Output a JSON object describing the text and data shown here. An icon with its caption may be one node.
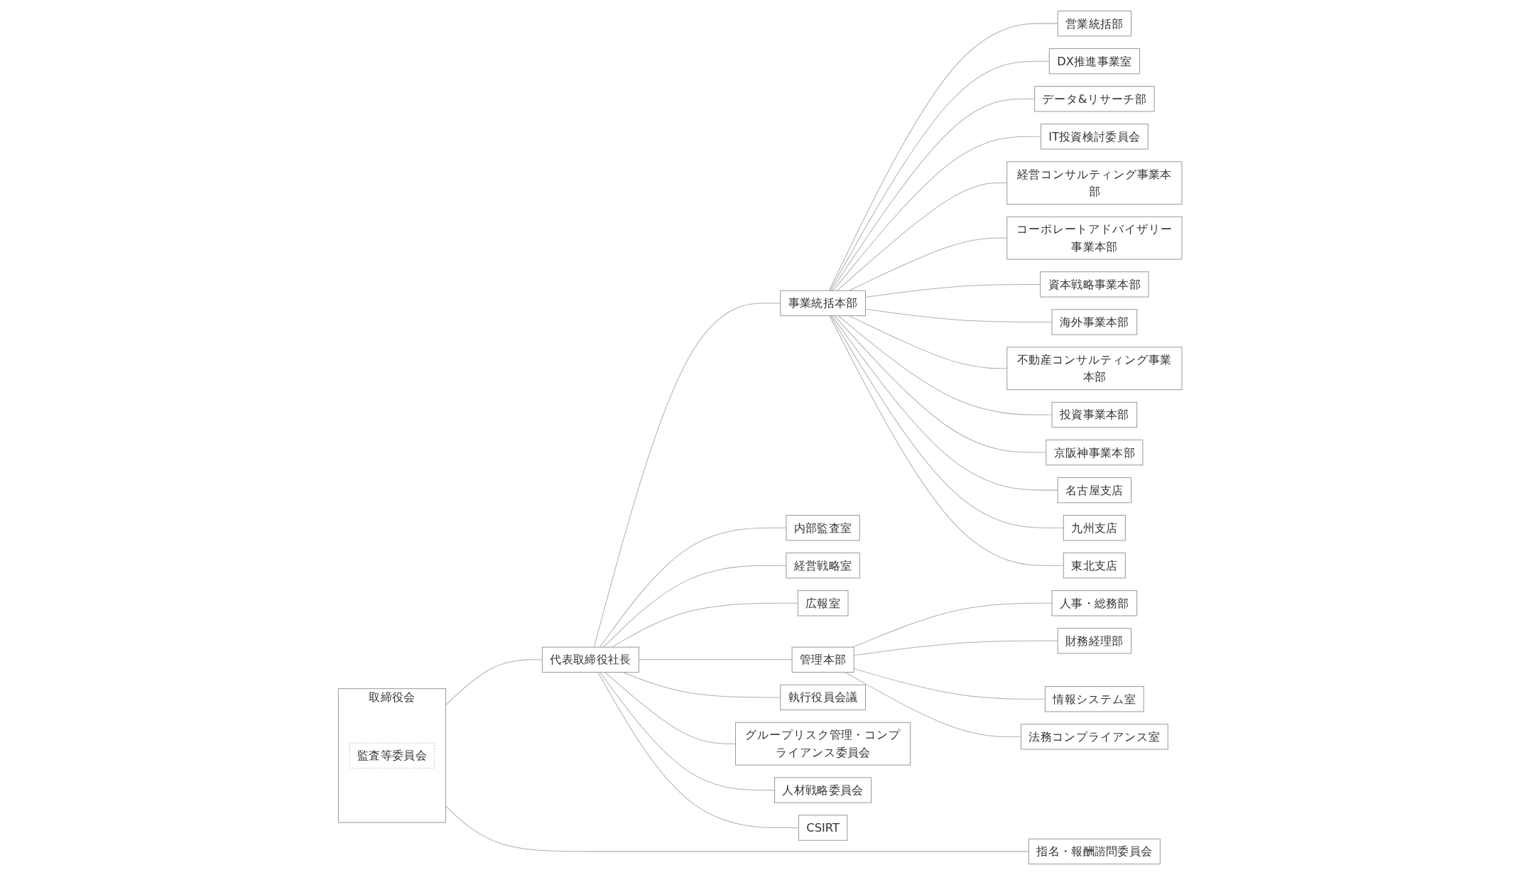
{
  "diagram": {
    "nodes": [
      {
        "text": [
          "取締役会"
        ]
      },
      {
        "text": [
          "監査等委員会"
        ],
        "in": 0
      },
      {
        "text": [
          "代表取締役社長"
        ]
      },
      {
        "text": [
          "指名・報酬諮問委員会"
        ]
      },
      {
        "text": [
          "事業統括本部"
        ]
      },
      {
        "text": [
          "内部監査室"
        ]
      },
      {
        "text": [
          "経営戦略室"
        ]
      },
      {
        "text": [
          "広報室"
        ]
      },
      {
        "text": [
          "管理本部"
        ]
      },
      {
        "text": [
          "人事・総務部"
        ]
      },
      {
        "text": [
          "財務経理部"
        ]
      },
      {
        "text": [
          "情報システム室"
        ]
      },
      {
        "text": [
          "法務コンプライアンス室"
        ]
      },
      {
        "text": [
          "執行役員会議"
        ]
      },
      {
        "text": [
          "グループリスク管理・コンプライアンス委員会"
        ]
      },
      {
        "text": [
          "人材戦略委員会"
        ]
      },
      {
        "text": [
          "CSIRT"
        ]
      },
      {
        "text": [
          "営業統括部"
        ]
      },
      {
        "text": [
          "DX推進事業室"
        ]
      },
      {
        "text": [
          "データ&リサーチ部"
        ]
      },
      {
        "text": [
          "IT投資検討委員会"
        ]
      },
      {
        "text": [
          "経営コンサルティング事業本部"
        ]
      },
      {
        "text": [
          "コーポレートアドバイザリー事業本部"
        ]
      },
      {
        "text": [
          "資本戦略事業本部"
        ]
      },
      {
        "text": [
          "海外事業本部"
        ]
      },
      {
        "text": [
          "不動産コンサルティング事業本部"
        ]
      },
      {
        "text": [
          "投資事業本部"
        ]
      },
      {
        "text": [
          "京阪神事業本部"
        ]
      },
      {
        "text": [
          "名古屋支店"
        ]
      },
      {
        "text": [
          "九州支店"
        ]
      },
      {
        "text": [
          "東北支店"
        ]
      }
    ],
    "edges": [
      {
        "from": 0,
        "to": 2,
        "arrow": "none"
      },
      {
        "from": 0,
        "to": 3,
        "arrow": "none"
      },
      {
        "from": 2,
        "to": 4,
        "arrow": "none"
      },
      {
        "from": 2,
        "to": 5,
        "arrow": "none"
      },
      {
        "from": 2,
        "to": 6,
        "arrow": "none"
      },
      {
        "from": 2,
        "to": 7,
        "arrow": "none"
      },
      {
        "from": 2,
        "to": 8,
        "arrow": "none"
      },
      {
        "from": 2,
        "to": 13,
        "arrow": "none"
      },
      {
        "from": 2,
        "to": 14,
        "arrow": "none"
      },
      {
        "from": 2,
        "to": 15,
        "arrow": "none"
      },
      {
        "from": 2,
        "to": 16,
        "arrow": "none"
      },
      {
        "from": 8,
        "to": 9,
        "arrow": "none"
      },
      {
        "from": 8,
        "to": 10,
        "arrow": "none"
      },
      {
        "from": 8,
        "to": 11,
        "arrow": "none"
      },
      {
        "from": 8,
        "to": 12,
        "arrow": "none"
      },
      {
        "from": 4,
        "to": 17,
        "arrow": "none"
      },
      {
        "from": 4,
        "to": 18,
        "arrow": "none"
      },
      {
        "from": 4,
        "to": 19,
        "arrow": "none"
      },
      {
        "from": 4,
        "to": 20,
        "arrow": "none"
      },
      {
        "from": 4,
        "to": 21,
        "arrow": "none"
      },
      {
        "from": 4,
        "to": 22,
        "arrow": "none"
      },
      {
        "from": 4,
        "to": 23,
        "arrow": "none"
      },
      {
        "from": 4,
        "to": 24,
        "arrow": "none"
      },
      {
        "from": 4,
        "to": 25,
        "arrow": "none"
      },
      {
        "from": 4,
        "to": 26,
        "arrow": "none"
      },
      {
        "from": 4,
        "to": 27,
        "arrow": "none"
      },
      {
        "from": 4,
        "to": 28,
        "arrow": "none"
      },
      {
        "from": 4,
        "to": 29,
        "arrow": "none"
      },
      {
        "from": 4,
        "to": 30,
        "arrow": "none"
      }
    ]
  }
}
